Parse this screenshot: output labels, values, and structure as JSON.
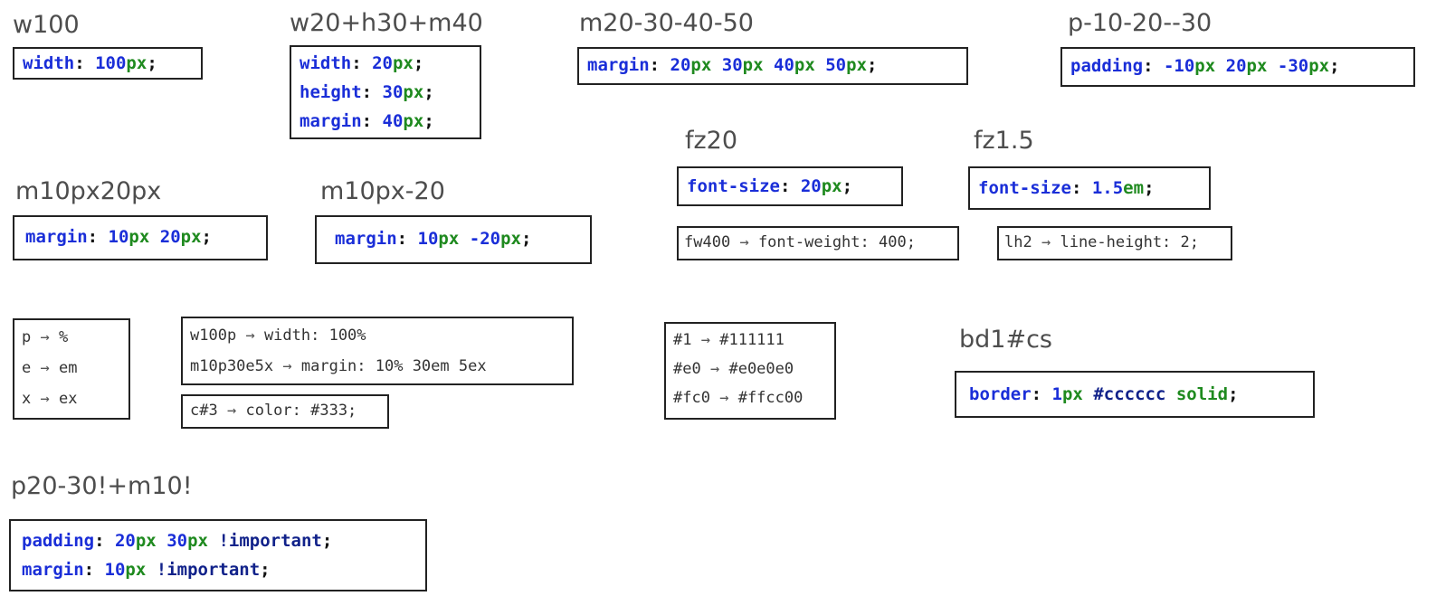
{
  "colors": {
    "property": "#1a2ed8",
    "number": "#1a2ed8",
    "unit": "#1f8a1f",
    "keyword_hex": "#11228a",
    "label": "#4d4d4d",
    "border": "#222222"
  },
  "arrow_glyph": "→",
  "examples": {
    "w100": {
      "abbr": "w100",
      "lines": [
        {
          "prop": "width",
          "parts": [
            "100",
            "px"
          ]
        }
      ]
    },
    "w20h30m40": {
      "abbr": "w20+h30+m40",
      "lines": [
        {
          "prop": "width",
          "num": "20",
          "unit": "px"
        },
        {
          "prop": "height",
          "num": "30",
          "unit": "px"
        },
        {
          "prop": "margin",
          "num": "40",
          "unit": "px"
        }
      ]
    },
    "m20304050": {
      "abbr": "m20-30-40-50",
      "prop": "margin",
      "v1": "20",
      "v2": "30",
      "v3": "40",
      "v4": "50",
      "unit": "px"
    },
    "p102030": {
      "abbr": "p-10-20--30",
      "prop": "padding",
      "v1": "-10",
      "v2": "20",
      "v3": "-30",
      "unit": "px"
    },
    "fz20": {
      "abbr": "fz20",
      "prop": "font-size",
      "num": "20",
      "unit": "px"
    },
    "fz15": {
      "abbr": "fz1.5",
      "prop": "font-size",
      "num": "1.5",
      "unit": "em"
    },
    "fw400": {
      "from": "fw400",
      "to": "font-weight: 400;"
    },
    "lh2": {
      "from": "lh2",
      "to": "line-height: 2;"
    },
    "m10px20px": {
      "abbr": "m10px20px",
      "prop": "margin",
      "v1": "10",
      "v2": "20",
      "unit": "px"
    },
    "m10px_20": {
      "abbr": "m10px-20",
      "prop": "margin",
      "v1": "10",
      "v2": "-20",
      "unit": "px"
    },
    "units": [
      {
        "from": "p",
        "to": "%"
      },
      {
        "from": "e",
        "to": "em"
      },
      {
        "from": "x",
        "to": "ex"
      }
    ],
    "w100p": {
      "from": "w100p",
      "to": "width: 100%"
    },
    "m10p30e5x": {
      "from": "m10p30e5x",
      "to": "margin: 10% 30em 5ex"
    },
    "c3": {
      "from": "c#3",
      "to": "color: #333;"
    },
    "colorsmap": [
      {
        "from": "#1",
        "to": "#111111"
      },
      {
        "from": "#e0",
        "to": "#e0e0e0"
      },
      {
        "from": "#fc0",
        "to": "#ffcc00"
      }
    ],
    "bd1cs": {
      "abbr": "bd1#cs",
      "prop": "border",
      "num": "1",
      "unit": "px",
      "color": "#cccccc",
      "style": "solid"
    },
    "important": {
      "abbr": "p20-30!+m10!",
      "lines": [
        {
          "prop": "padding",
          "v1": "20",
          "v2": "30",
          "unit": "px",
          "kw": "!important"
        },
        {
          "prop": "margin",
          "v1": "10",
          "unit": "px",
          "kw": "!important"
        }
      ]
    }
  }
}
